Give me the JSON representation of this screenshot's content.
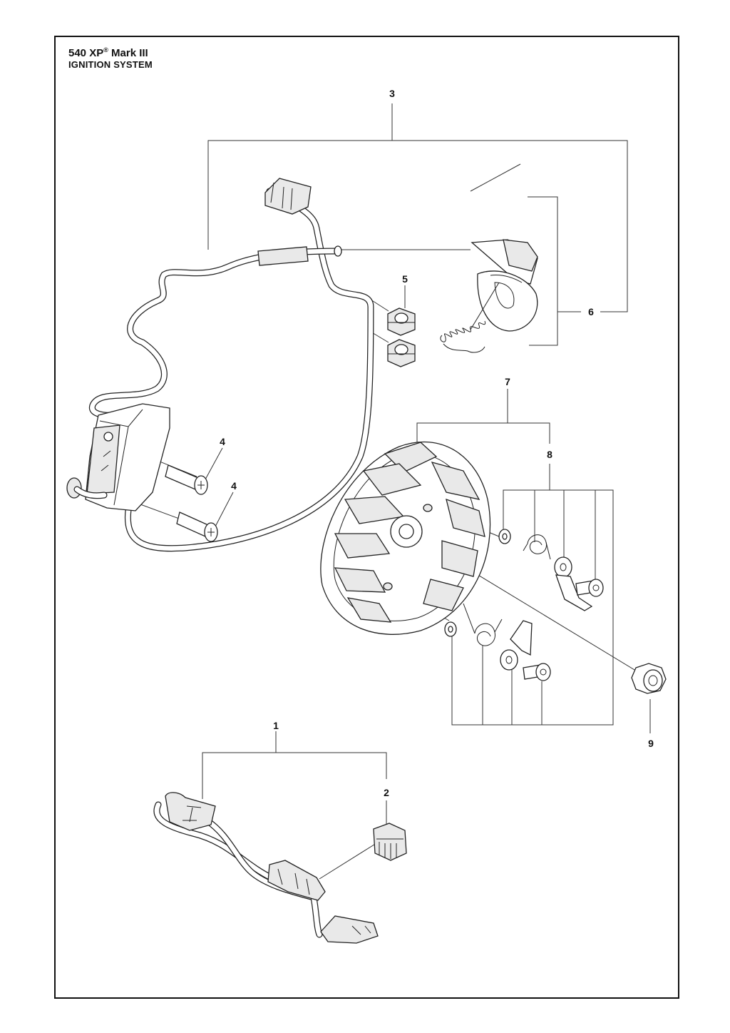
{
  "header": {
    "model": "540 XP",
    "registered_mark": "®",
    "model_suffix": "Mark III",
    "section": "IGNITION SYSTEM"
  },
  "callouts": [
    {
      "id": "c1",
      "label": "1"
    },
    {
      "id": "c2",
      "label": "2"
    },
    {
      "id": "c3",
      "label": "3"
    },
    {
      "id": "c4a",
      "label": "4"
    },
    {
      "id": "c4b",
      "label": "4"
    },
    {
      "id": "c5",
      "label": "5"
    },
    {
      "id": "c6",
      "label": "6"
    },
    {
      "id": "c7",
      "label": "7"
    },
    {
      "id": "c8",
      "label": "8"
    },
    {
      "id": "c9",
      "label": "9"
    }
  ]
}
